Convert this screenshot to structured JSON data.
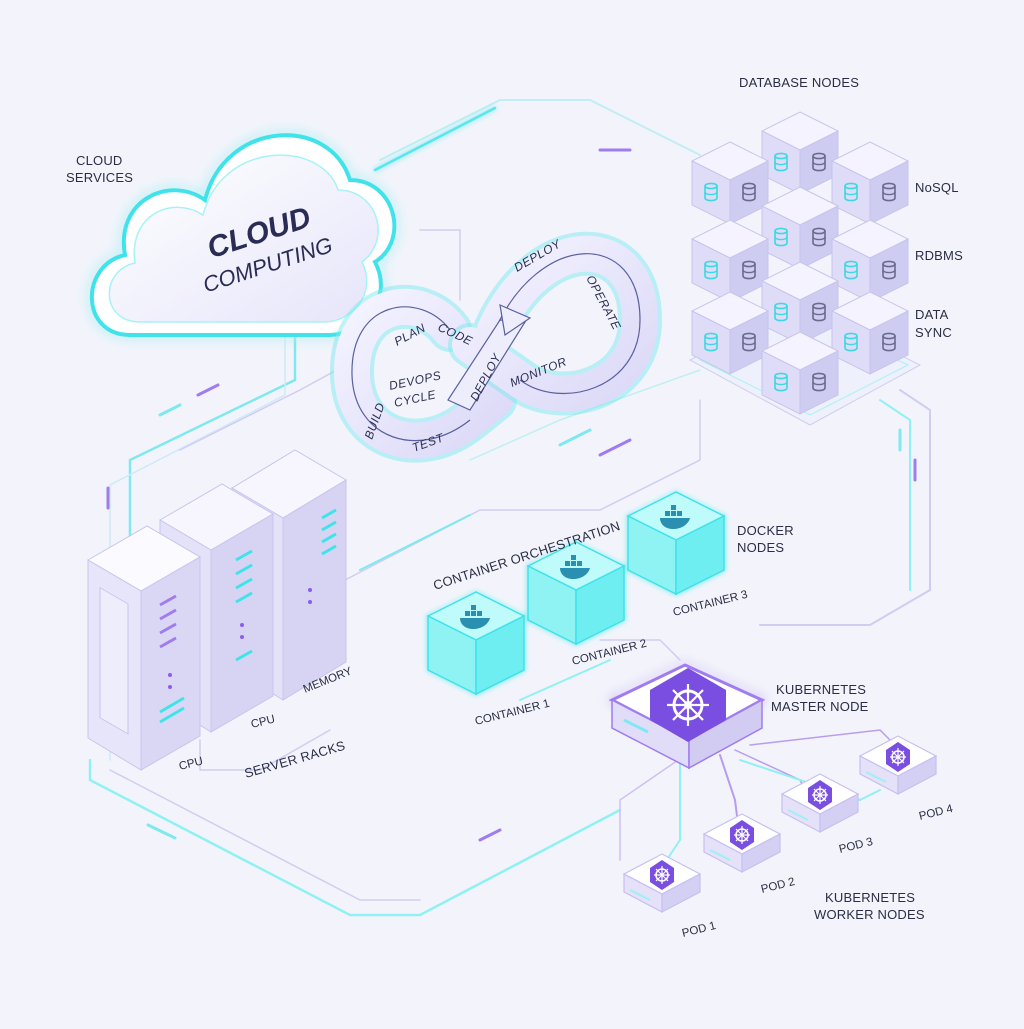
{
  "cloud": {
    "title": "CLOUD",
    "subtitle": "COMPUTING",
    "side_label_line1": "CLOUD",
    "side_label_line2": "SERVICES"
  },
  "devops": {
    "center_line1": "DEVOPS",
    "center_line2": "CYCLE",
    "stages": {
      "plan": "PLAN",
      "code": "CODE",
      "build": "BUILD",
      "test": "TEST",
      "deploy_center": "DEPLOY",
      "deploy_top": "DEPLOY",
      "operate": "OPERATE",
      "monitor": "MONITOR"
    }
  },
  "database": {
    "title": "DATABASE NODES",
    "labels": {
      "nosql": "NoSQL",
      "rdbms": "RDBMS",
      "data_sync_line1": "DATA",
      "data_sync_line2": "SYNC"
    }
  },
  "servers": {
    "title": "SERVER RACKS",
    "labels": {
      "cpu1": "CPU",
      "cpu2": "CPU",
      "memory": "MEMORY"
    }
  },
  "containers": {
    "title": "CONTAINER ORCHESTRATION",
    "docker_line1": "DOCKER",
    "docker_line2": "NODES",
    "items": {
      "c1": "CONTAINER 1",
      "c2": "CONTAINER 2",
      "c3": "CONTAINER 3"
    }
  },
  "kubernetes": {
    "master_line1": "KUBERNETES",
    "master_line2": "MASTER NODE",
    "worker_line1": "KUBERNETES",
    "worker_line2": "WORKER NODES",
    "pods": {
      "p1": "POD 1",
      "p2": "POD 2",
      "p3": "POD 3",
      "p4": "POD 4"
    }
  },
  "colors": {
    "cyan": "#3fe3ea",
    "purple": "#8a5cf0",
    "lavender": "#cfcdf2",
    "ink": "#2a2d45",
    "background": "#f3f4fb"
  }
}
